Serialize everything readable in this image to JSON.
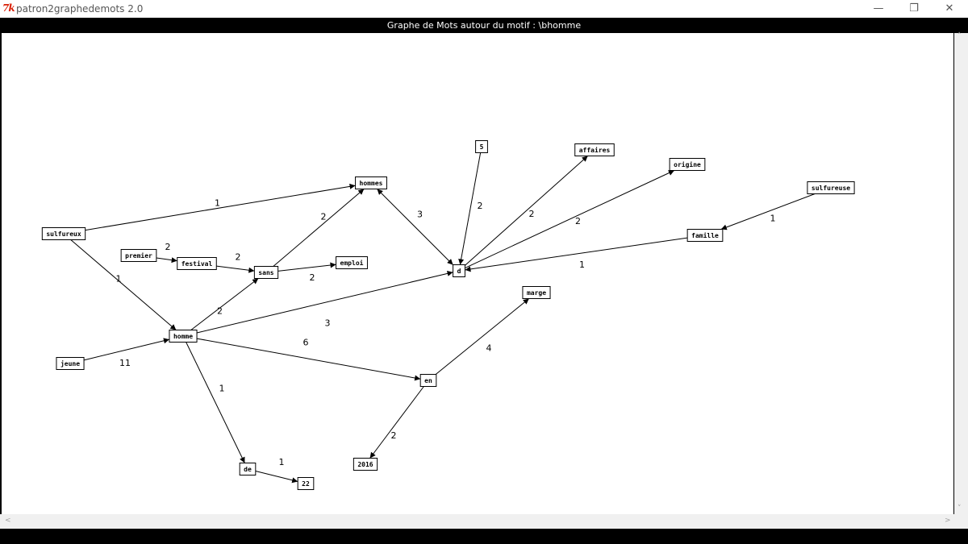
{
  "window": {
    "title": "patron2graphedemots 2.0",
    "icon_label": "7k",
    "minimize_glyph": "—",
    "restore_glyph": "❐",
    "close_glyph": "✕"
  },
  "graph_title": "Graphe de Mots autour du motif : \\bhomme",
  "scroll": {
    "up": "˄",
    "down": "˅",
    "left": "<",
    "right": ">"
  },
  "graph": {
    "nodes": [
      {
        "id": "homme",
        "label": "homme"
      },
      {
        "id": "sulfureux",
        "label": "sulfureux"
      },
      {
        "id": "jeune",
        "label": "jeune"
      },
      {
        "id": "premier",
        "label": "premier"
      },
      {
        "id": "festival",
        "label": "festival"
      },
      {
        "id": "sans",
        "label": "sans"
      },
      {
        "id": "hommes",
        "label": "hommes"
      },
      {
        "id": "emploi",
        "label": "emploi"
      },
      {
        "id": "d",
        "label": "d"
      },
      {
        "id": "n5",
        "label": "5"
      },
      {
        "id": "affaires",
        "label": "affaires"
      },
      {
        "id": "origine",
        "label": "origine"
      },
      {
        "id": "sulfureuse",
        "label": "sulfureuse"
      },
      {
        "id": "famille",
        "label": "famille"
      },
      {
        "id": "marge",
        "label": "marge"
      },
      {
        "id": "en",
        "label": "en"
      },
      {
        "id": "n2016",
        "label": "2016"
      },
      {
        "id": "de",
        "label": "de"
      },
      {
        "id": "n22",
        "label": "22"
      }
    ],
    "edges": [
      {
        "from": "sulfureux",
        "to": "hommes",
        "label": "1"
      },
      {
        "from": "sulfureux",
        "to": "homme",
        "label": "1"
      },
      {
        "from": "premier",
        "to": "festival",
        "label": "2"
      },
      {
        "from": "festival",
        "to": "sans",
        "label": "2"
      },
      {
        "from": "sans",
        "to": "hommes",
        "label": "2"
      },
      {
        "from": "sans",
        "to": "emploi",
        "label": "2"
      },
      {
        "from": "homme",
        "to": "sans",
        "label": "2"
      },
      {
        "from": "homme",
        "to": "d",
        "label": "3"
      },
      {
        "from": "homme",
        "to": "en",
        "label": "6"
      },
      {
        "from": "homme",
        "to": "de",
        "label": "1"
      },
      {
        "from": "jeune",
        "to": "homme",
        "label": "11"
      },
      {
        "from": "hommes",
        "to": "d",
        "label": "3",
        "bidirectional": true
      },
      {
        "from": "n5",
        "to": "d",
        "label": "2"
      },
      {
        "from": "d",
        "to": "affaires",
        "label": "2"
      },
      {
        "from": "d",
        "to": "origine",
        "label": "2"
      },
      {
        "from": "famille",
        "to": "d",
        "label": "1"
      },
      {
        "from": "sulfureuse",
        "to": "famille",
        "label": "1"
      },
      {
        "from": "en",
        "to": "marge",
        "label": "4"
      },
      {
        "from": "en",
        "to": "n2016",
        "label": "2"
      },
      {
        "from": "de",
        "to": "n22",
        "label": "1"
      }
    ]
  }
}
